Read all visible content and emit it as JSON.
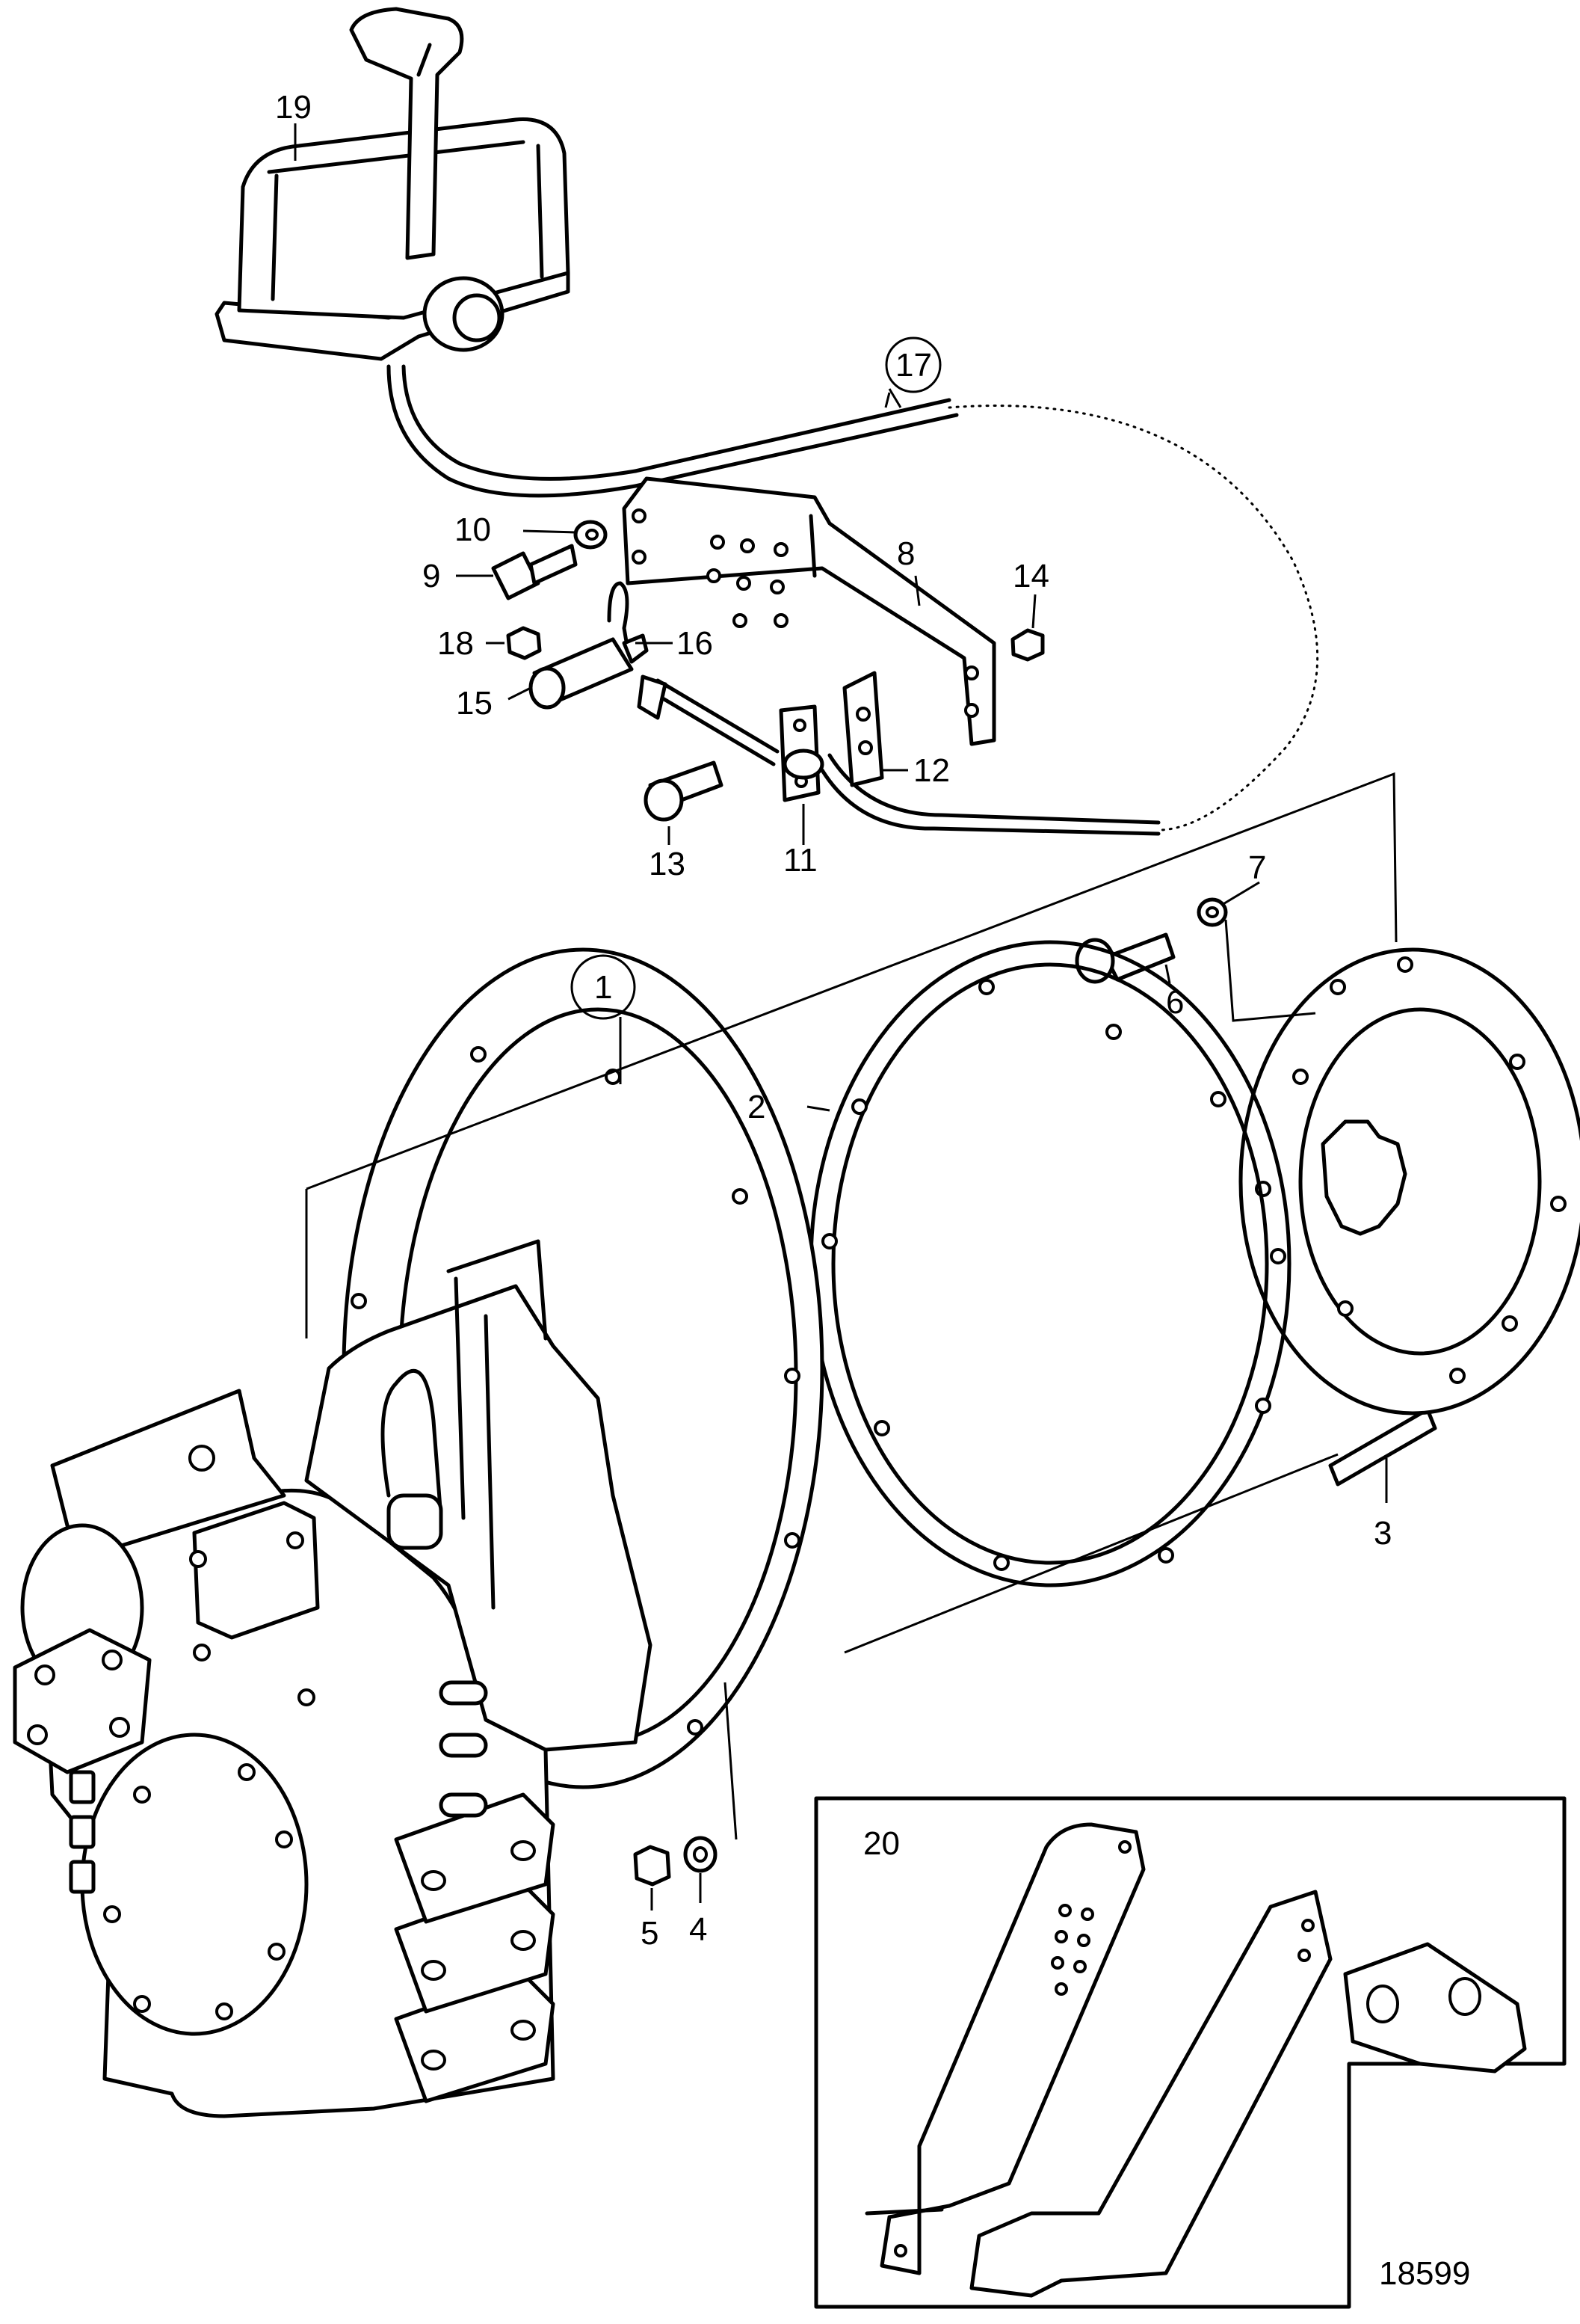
{
  "callouts": {
    "c1": "1",
    "c2": "2",
    "c3": "3",
    "c4": "4",
    "c5": "5",
    "c6": "6",
    "c7": "7",
    "c8": "8",
    "c9": "9",
    "c10": "10",
    "c11": "11",
    "c12": "12",
    "c13": "13",
    "c14": "14",
    "c15": "15",
    "c16": "16",
    "c17": "17",
    "c18": "18",
    "c19": "19",
    "c20": "20"
  },
  "figure_number": "18599"
}
